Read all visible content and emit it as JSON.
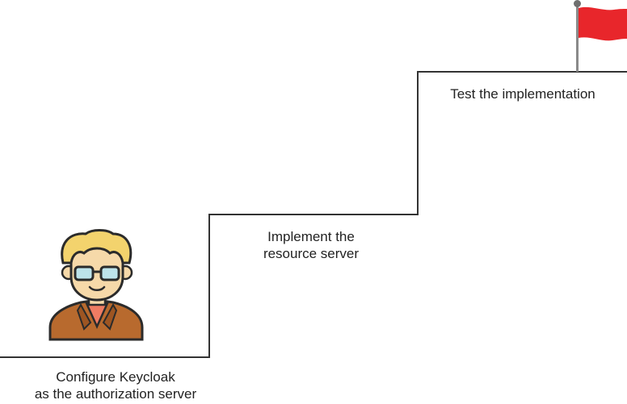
{
  "steps": [
    {
      "lines": [
        "Configure Keycloak",
        "as the authorization server"
      ]
    },
    {
      "lines": [
        "Implement the",
        "resource server"
      ]
    },
    {
      "lines": [
        "Test the implementation"
      ]
    }
  ],
  "colors": {
    "stair_line": "#333333",
    "flag": "#e8262b",
    "pole": "#8a8a8a",
    "jacket": "#b86a2e",
    "hair": "#f3d36d",
    "skin": "#f6d9a9",
    "shirt": "#ef7c63",
    "glasses_lens": "#bde3ea"
  },
  "icons": {
    "person": "developer-avatar-icon",
    "goal": "red-flag-icon"
  }
}
